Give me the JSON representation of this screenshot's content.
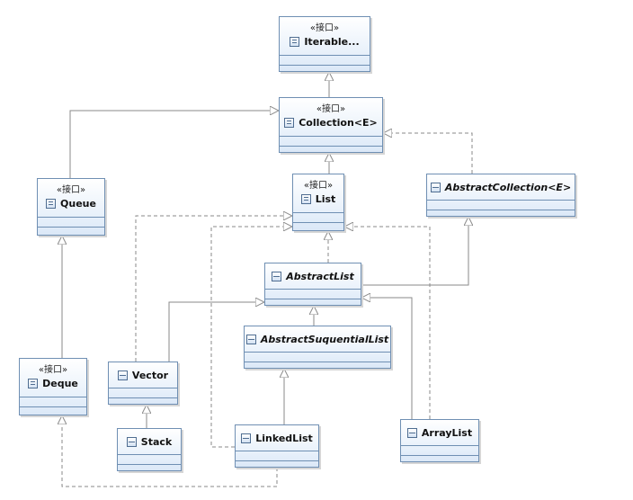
{
  "stereotype": "«接口»",
  "nodes": {
    "iterable": {
      "name": "Iterable...",
      "kind": "interface"
    },
    "collection": {
      "name": "Collection<E>",
      "kind": "interface"
    },
    "list": {
      "name": "List",
      "kind": "interface"
    },
    "queue": {
      "name": "Queue",
      "kind": "interface"
    },
    "deque": {
      "name": "Deque",
      "kind": "interface"
    },
    "abstract_collection": {
      "name": "AbstractCollection<E>",
      "kind": "abstract class"
    },
    "abstract_list": {
      "name": "AbstractList",
      "kind": "abstract class"
    },
    "abstract_sequential_list": {
      "name": "AbstractSuquentialList",
      "kind": "abstract class"
    },
    "vector": {
      "name": "Vector",
      "kind": "class"
    },
    "stack": {
      "name": "Stack",
      "kind": "class"
    },
    "linked_list": {
      "name": "LinkedList",
      "kind": "class"
    },
    "array_list": {
      "name": "ArrayList",
      "kind": "class"
    }
  },
  "relations": [
    {
      "from": "Collection<E>",
      "to": "Iterable...",
      "type": "generalization"
    },
    {
      "from": "Queue",
      "to": "Collection<E>",
      "type": "generalization"
    },
    {
      "from": "List",
      "to": "Collection<E>",
      "type": "generalization"
    },
    {
      "from": "AbstractCollection<E>",
      "to": "Collection<E>",
      "type": "realization"
    },
    {
      "from": "Deque",
      "to": "Queue",
      "type": "generalization"
    },
    {
      "from": "AbstractList",
      "to": "List",
      "type": "realization"
    },
    {
      "from": "AbstractList",
      "to": "AbstractCollection<E>",
      "type": "generalization"
    },
    {
      "from": "Vector",
      "to": "List",
      "type": "realization"
    },
    {
      "from": "LinkedList",
      "to": "List",
      "type": "realization"
    },
    {
      "from": "ArrayList",
      "to": "List",
      "type": "realization"
    },
    {
      "from": "AbstractSuquentialList",
      "to": "AbstractList",
      "type": "generalization"
    },
    {
      "from": "Vector",
      "to": "AbstractList",
      "type": "generalization"
    },
    {
      "from": "ArrayList",
      "to": "AbstractList",
      "type": "generalization"
    },
    {
      "from": "LinkedList",
      "to": "AbstractSuquentialList",
      "type": "generalization"
    },
    {
      "from": "Stack",
      "to": "Vector",
      "type": "generalization"
    },
    {
      "from": "LinkedList",
      "to": "Deque",
      "type": "realization"
    }
  ],
  "colors": {
    "border": "#6f8fb3",
    "line": "#8a8a8a",
    "fill": "#eaf2fb"
  }
}
